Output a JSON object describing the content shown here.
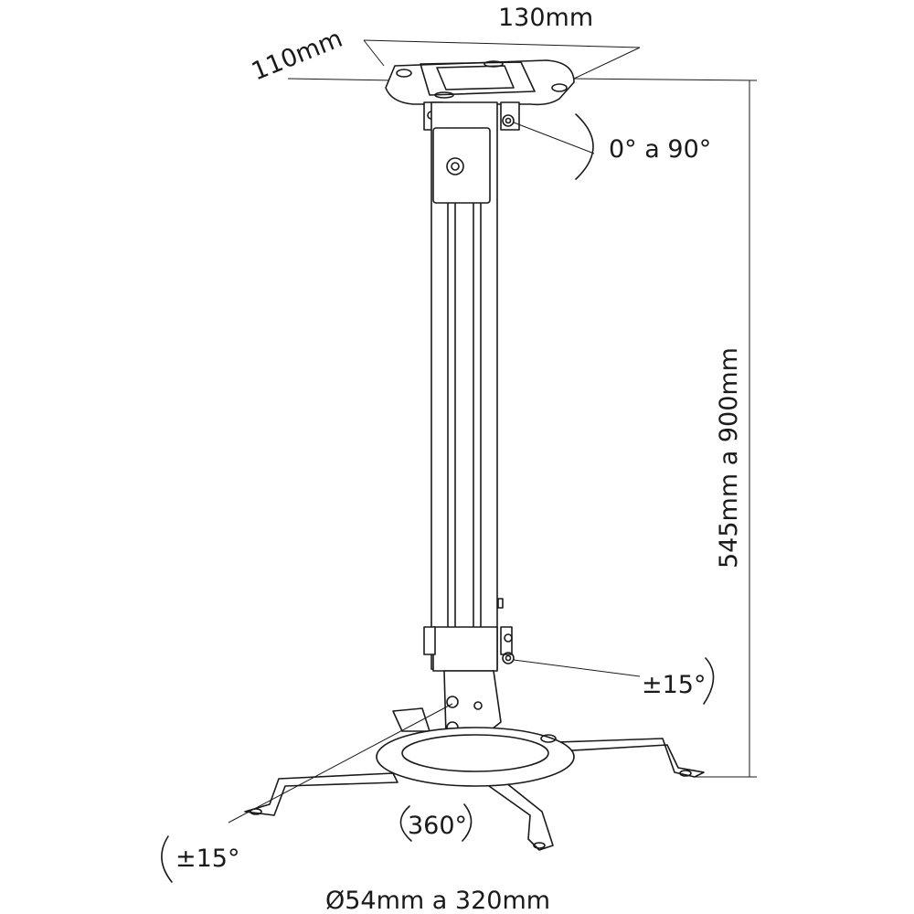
{
  "dimensions": {
    "plate_width": "130mm",
    "plate_depth": "110mm",
    "tilt_top": "0° a 90°",
    "height_range": "545mm a 900mm",
    "tilt_lower": "±15°",
    "rotation": "360°",
    "tilt_arm": "±15°",
    "arm_range": "Ø54mm a 320mm"
  }
}
